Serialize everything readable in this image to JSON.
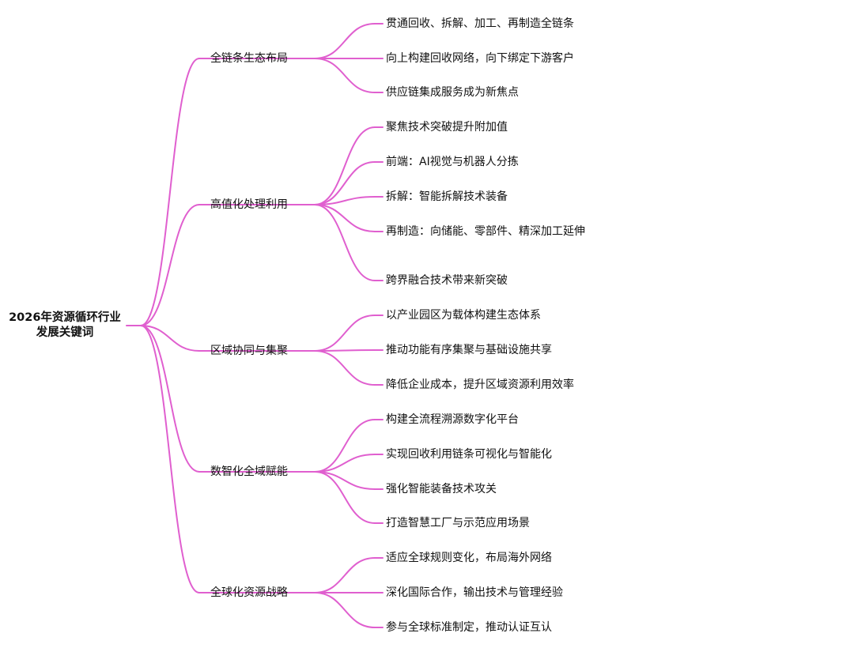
{
  "root": {
    "line1": "2026年资源循环行业",
    "line2": "发展关键词"
  },
  "line_color": "#e05fcf",
  "branches": [
    {
      "label": "全链条生态布局",
      "children": [
        "贯通回收、拆解、加工、再制造全链条",
        "向上构建回收网络，向下绑定下游客户",
        "供应链集成服务成为新焦点"
      ]
    },
    {
      "label": "高值化处理利用",
      "children": [
        "聚焦技术突破提升附加值",
        "前端：AI视觉与机器人分拣",
        "拆解：智能拆解技术装备",
        "再制造：向储能、零部件、精深加工延伸",
        "跨界融合技术带来新突破"
      ]
    },
    {
      "label": "区域协同与集聚",
      "children": [
        "以产业园区为载体构建生态体系",
        "推动功能有序集聚与基础设施共享",
        "降低企业成本，提升区域资源利用效率"
      ]
    },
    {
      "label": "数智化全域赋能",
      "children": [
        "构建全流程溯源数字化平台",
        "实现回收利用链条可视化与智能化",
        "强化智能装备技术攻关",
        "打造智慧工厂与示范应用场景"
      ]
    },
    {
      "label": "全球化资源战略",
      "children": [
        "适应全球规则变化，布局海外网络",
        "深化国际合作，输出技术与管理经验",
        "参与全球标准制定，推动认证互认"
      ]
    }
  ]
}
